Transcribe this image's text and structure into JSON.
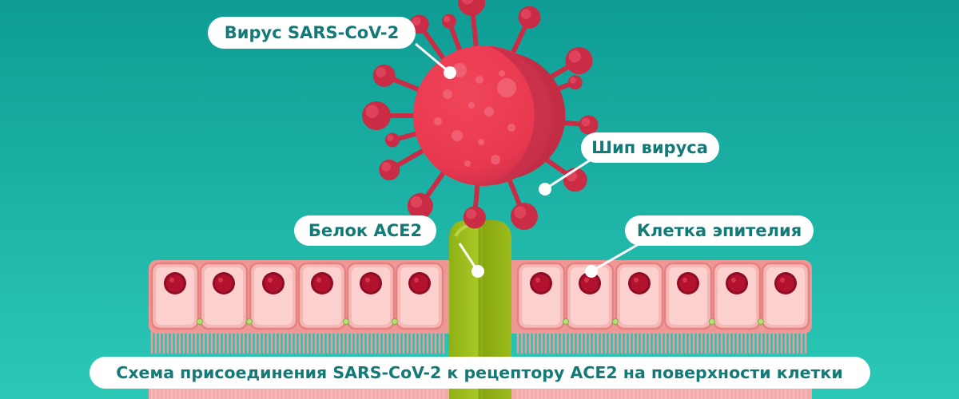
{
  "labels": {
    "virus": "Вирус SARS-CoV-2",
    "spike": "Шип вируса",
    "ace2": "Белок ACE2",
    "epithelium": "Клетка эпителия",
    "caption": "Схема присоединения SARS-CoV-2 к рецептору ACE2 на поверхности клетки"
  },
  "colors": {
    "background_top": "#0e9c94",
    "background_bottom": "#2cc9b7",
    "virus_body": "#e8384f",
    "virus_dark": "#b52a3f",
    "spike_tip": "#c92c44",
    "cell_fill": "#f5b2b2",
    "cell_border": "#e88080",
    "nucleus": "#b0102c",
    "cilia": "#f09a9a",
    "receptor": "#9dbb1c",
    "receptor_dark": "#7d9a10",
    "label_text": "#137a78"
  }
}
